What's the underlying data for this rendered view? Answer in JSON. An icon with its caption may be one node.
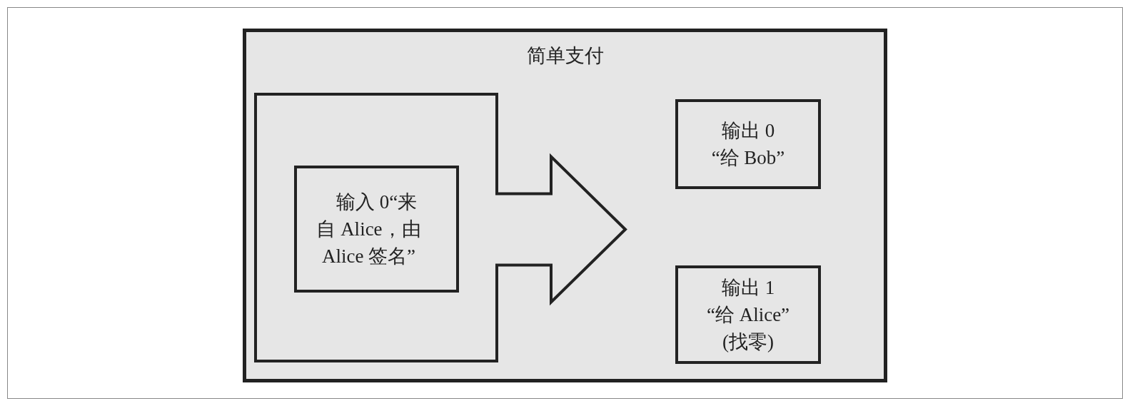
{
  "diagram": {
    "nodes": [
      {
        "text": [
          "简单支付"
        ]
      },
      {
        "text": [
          "输入 0“来自 Alice，由 Alice 签名”"
        ],
        "in": 0
      },
      {
        "text": [
          "输出 0 “给 Bob”"
        ],
        "in": 0
      },
      {
        "text": [
          "输出 1 “给 Alice” (找零)"
        ],
        "in": 0
      }
    ],
    "edges": [
      {
        "from": 1,
        "to": 2,
        "arrow": "to"
      },
      {
        "from": 1,
        "to": 3,
        "arrow": "to"
      }
    ]
  }
}
